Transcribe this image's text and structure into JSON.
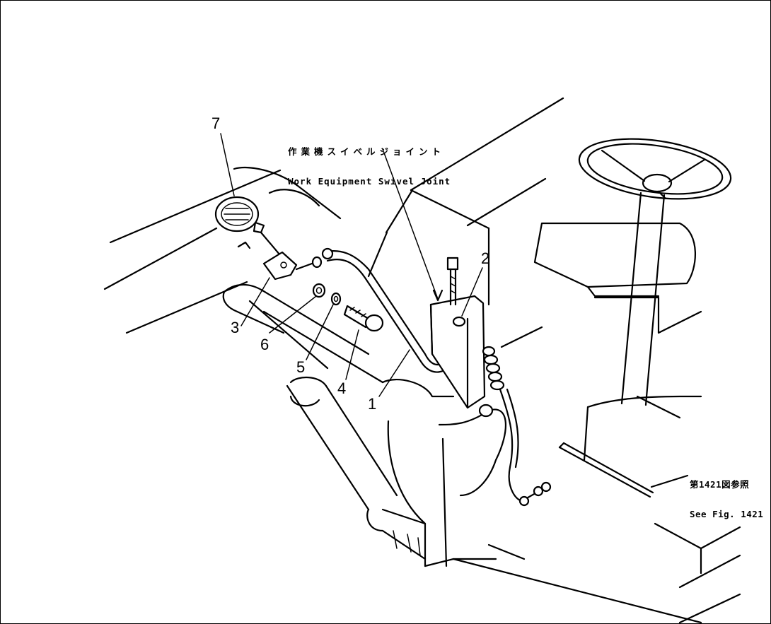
{
  "figure": {
    "callouts": {
      "n1": "1",
      "n2": "2",
      "n3": "3",
      "n4": "4",
      "n5": "5",
      "n6": "6",
      "n7": "7"
    },
    "swivel_joint_note": {
      "jp": "作業機スイベルジョイント",
      "en": "Work Equipment Swivel Joint"
    },
    "reference_note": {
      "jp": "第1421図参照",
      "en": "See Fig. 1421"
    }
  }
}
